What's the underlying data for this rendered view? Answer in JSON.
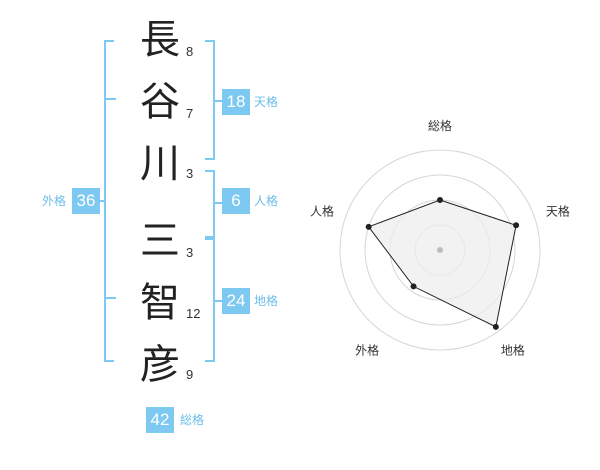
{
  "name": {
    "chars": [
      {
        "char": "長",
        "strokes": "8"
      },
      {
        "char": "谷",
        "strokes": "7"
      },
      {
        "char": "川",
        "strokes": "3"
      },
      {
        "char": "三",
        "strokes": "3"
      },
      {
        "char": "智",
        "strokes": "12"
      },
      {
        "char": "彦",
        "strokes": "9"
      }
    ]
  },
  "fortune": {
    "tenkaku": {
      "value": "18",
      "label": "天格"
    },
    "jinkaku": {
      "value": "6",
      "label": "人格"
    },
    "chikaku": {
      "value": "24",
      "label": "地格"
    },
    "gaikaku": {
      "value": "36",
      "label": "外格"
    },
    "soukaku": {
      "value": "42",
      "label": "総格"
    }
  },
  "colors": {
    "accent": "#7ec9f2",
    "accent_text": "#6cbdea",
    "radar_fill": "#eeeeee",
    "radar_line": "#222222"
  },
  "chart_data": {
    "type": "radar",
    "axes": [
      "総格",
      "天格",
      "地格",
      "外格",
      "人格"
    ],
    "values": [
      0.5,
      0.8,
      0.95,
      0.45,
      0.75
    ],
    "range": [
      0,
      1
    ],
    "rings": 4
  }
}
